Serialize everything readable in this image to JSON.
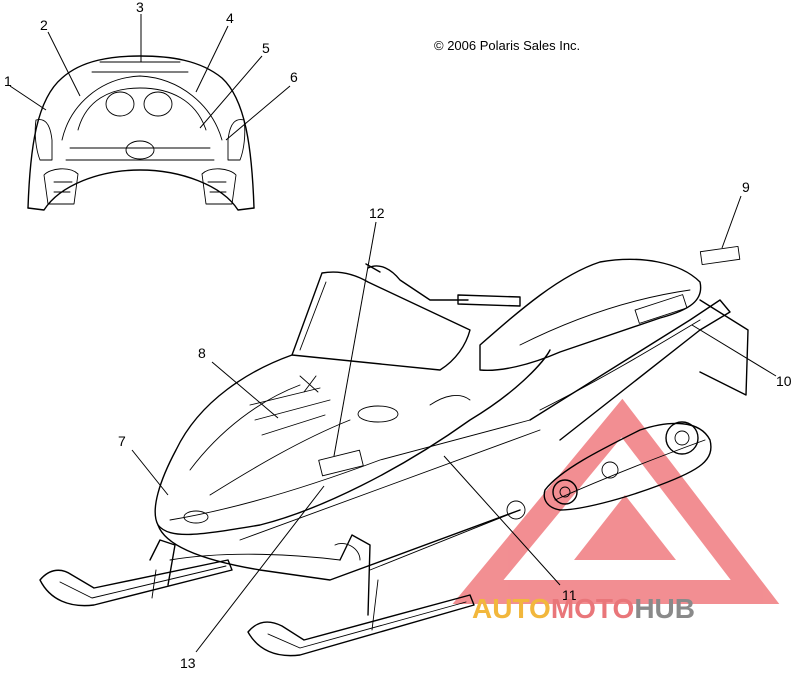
{
  "copyright": "© 2006 Polaris Sales Inc.",
  "callouts": [
    "1",
    "2",
    "3",
    "4",
    "5",
    "6",
    "7",
    "8",
    "9",
    "10",
    "11",
    "12",
    "13"
  ],
  "watermark": {
    "part1": "AUTO",
    "part2": "MOTO",
    "part3": "HUB",
    "color_auto": "#f2b73c",
    "color_moto": "#e9767a",
    "color_hub": "#8a8a8a",
    "triangle_color": "#f07b7f"
  },
  "icons": {
    "logo": "warning-triangle-logo-icon"
  }
}
